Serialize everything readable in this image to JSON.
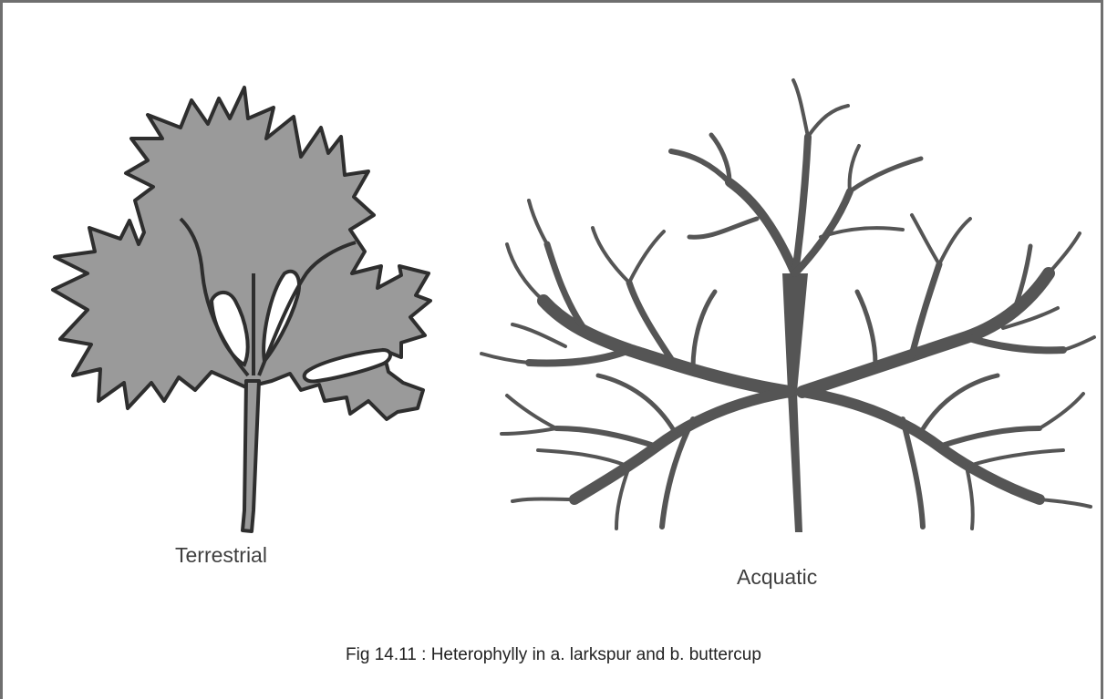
{
  "figure": {
    "caption": "Fig 14.11 : Heterophylly in a. larkspur and b. buttercup",
    "leaves": [
      {
        "label": "Terrestrial",
        "fill_color": "#9a9a9a",
        "outline_color": "#2e2e2e"
      },
      {
        "label": "Acquatic",
        "fill_color": "#555555"
      }
    ]
  }
}
